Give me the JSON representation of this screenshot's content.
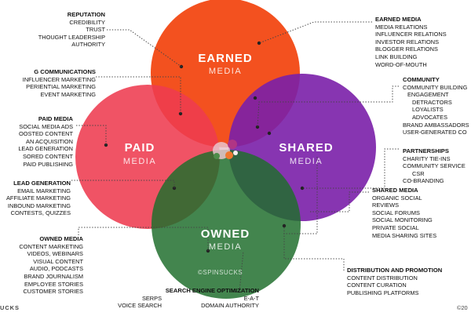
{
  "circles": {
    "earned": {
      "title": "EARNED",
      "sub": "MEDIA",
      "color": "#f24a16"
    },
    "paid": {
      "title": "PAID",
      "sub": "MEDIA",
      "color": "#ee3b50"
    },
    "shared": {
      "title": "SHARED",
      "sub": "MEDIA",
      "color": "#7a1fa8"
    },
    "owned": {
      "title": "OWNED",
      "sub": "MEDIA",
      "color": "#1f6e2c"
    }
  },
  "watermark": "©SPINSUCKS",
  "footer": {
    "left": "UCKS",
    "right": "©20"
  },
  "groups": {
    "reputation": {
      "heading": "REPUTATION",
      "items": [
        "CREDIBILITY",
        "TRUST",
        "THOUGHT LEADERSHIP",
        "AUTHORITY"
      ]
    },
    "earned_media": {
      "heading": "EARNED MEDIA",
      "items": [
        "MEDIA RELATIONS",
        "INFLUENCER RELATIONS",
        "INVESTOR RELATIONS",
        "BLOGGER RELATIONS",
        "LINK BUILDING",
        "WORD-OF-MOUTH"
      ]
    },
    "marketing_comms": {
      "heading": "G COMMUNICATIONS",
      "items": [
        "INFLUENCER MARKETING",
        "PERIENTIAL MARKETING",
        "EVENT MARKETING"
      ]
    },
    "community": {
      "heading": "COMMUNITY",
      "items": [
        "COMMUNITY BUILDING",
        "ENGAGEMENT",
        "DETRACTORS",
        "LOYALISTS",
        "ADVOCATES",
        "BRAND AMBASSADORS",
        "USER-GENERATED CO"
      ]
    },
    "paid_media": {
      "heading": "PAID MEDIA",
      "items": [
        "SOCIAL MEDIA ADS",
        "OOSTED CONTENT",
        "AN ACQUISITION",
        "LEAD GENERATION",
        "SORED CONTENT",
        "PAID PUBLISHING"
      ]
    },
    "partnerships": {
      "heading": "PARTNERSHIPS",
      "items": [
        "CHARITY TIE-INS",
        "COMMUNITY SERVICE",
        "CSR",
        "CO-BRANDING"
      ]
    },
    "lead_gen": {
      "heading": "LEAD GENERATION",
      "items": [
        "EMAIL MARKETING",
        "AFFILIATE MARKETING",
        "INBOUND MARKETING",
        "CONTESTS, QUIZZES"
      ]
    },
    "shared_media": {
      "heading": "SHARED MEDIA",
      "items": [
        "ORGANIC SOCIAL",
        "REVIEWS",
        "SOCIAL FORUMS",
        "SOCIAL MONITORING",
        "PRIVATE SOCIAL",
        "MEDIA SHARING SITES"
      ]
    },
    "owned_media": {
      "heading": "OWNED MEDIA",
      "items": [
        "CONTENT MARKETING",
        "VIDEOS, WEBINARS",
        "VISUAL CONTENT",
        "AUDIO, PODCASTS",
        "BRAND JOURNALISM",
        "EMPLOYEE STORIES",
        "CUSTOMER STORIES"
      ]
    },
    "distribution": {
      "heading": "DISTRIBUTION AND PROMOTION",
      "items": [
        "CONTENT DISTRIBUTION",
        "CONTENT CURATION",
        "PUBLISHING PLATFORMS"
      ]
    },
    "seo": {
      "heading": "SEARCH ENGINE OPTIMIZATION",
      "items_left": [
        "SERPS",
        "VOICE SEARCH"
      ],
      "items_right": [
        "E-A-T",
        "DOMAIN AUTHORITY"
      ]
    }
  }
}
